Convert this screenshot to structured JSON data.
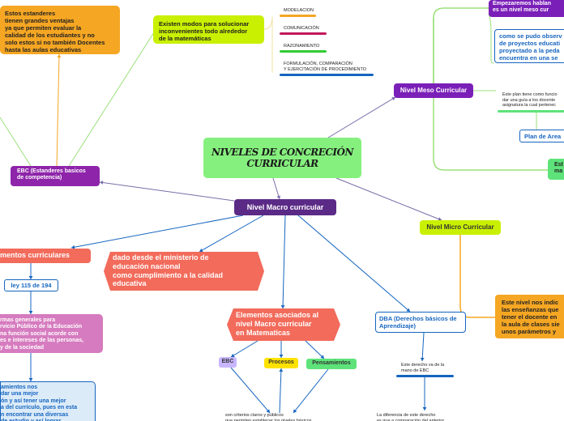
{
  "colors": {
    "orange": "#f5a623",
    "purple": "#6a1b9a",
    "lime": "#c9f000",
    "green": "#5ee37a",
    "salmon": "#f26b5b",
    "pink": "#d67bbf",
    "blue": "#1565c0",
    "paleBlue": "#dcebf8",
    "yellow": "#ffe200",
    "lavender": "#c8b6ff",
    "link": "#7b6ca8",
    "linkBlue": "#1565c0",
    "linkGreen": "#9be07a"
  },
  "topics": {
    "main": "NIVELES DE CONCRECIÓN\nCURRICULAR",
    "macro": "Nivel Macro curricular",
    "meso": "Nivel Meso Curricular",
    "micro": "Nivel Micro Curricular",
    "ebc": "EBC (Estanderes basicos\nde competencia)",
    "estandares": "Estos estanderes\ntienen grandes ventajas\nya que permiten evaluar la\ncalidad de los estudiantes y no\nsolo estos si no también Docentes\nhasta las aulas educativas",
    "modos": "Existen modos para solucionar\ninconvenientes todo alrededor\nde la matemáticas",
    "lineamientos": "mentos curriculares",
    "ley": "ley 115 de 194",
    "normas": "rmas generales para\nrvicio Público de la Educación\nna función social acorde con\nes e intereses de las personas,\ny de la sociedad",
    "pensamientos_note": "amientos nos\ndar una mejor\nón y así tener una mejor\na del currículo, pues en esta\nn encontrar una diversas\nde estudio y así lograr",
    "ministerio": "dado desde el ministerio de\neducación nacional\ncomo cumplimiento  a la calidad\neducativa",
    "elementos": "Elementos asociados al\nnivel Macro curricular\nen Matematicas",
    "ebc_small": "EBC",
    "procesos": "Procesos",
    "pensamientos": "Pensamientos",
    "criterios": "son criterios claros y públicos\nque permiten establecer los niveles básicos",
    "dba": "DBA (Derechos básicos de\nAprendizaje)",
    "derecho": "Este derecho va de la\nmano de EBC",
    "diferencia": "La diferencia de este derecho\nes que a comparación del anterior",
    "empezaremos": "Empezaremos hablan\nes un nivel meso cur",
    "proyecto": "como se pudo observ\nde proyectos educati\nproyectado a la peda\nencuentra en una se",
    "plan_desc": "Este plan tiene como funcio\ndar una guía a los docente\nasignatura la cual pertenec",
    "plan_area": "Plan de Area",
    "est_green": "Est\nma",
    "micro_desc": "Este nivel nos indic\nlas enseñanzas que\ntener el docente en\nla aula de clases sie\nunos parámetros y"
  },
  "processes": [
    {
      "label": "MODELACION",
      "color": "#f5a623"
    },
    {
      "label": "COMUNICACIÓN",
      "color": "#c2185b"
    },
    {
      "label": "RAZONAMIENTO",
      "color": "#33cc33"
    },
    {
      "label": "FORMULACIÓN, COMPARACIÓN\nY EJERCITACIÓN DE PROCEDIMIENTO",
      "color": "#1565c0"
    }
  ]
}
